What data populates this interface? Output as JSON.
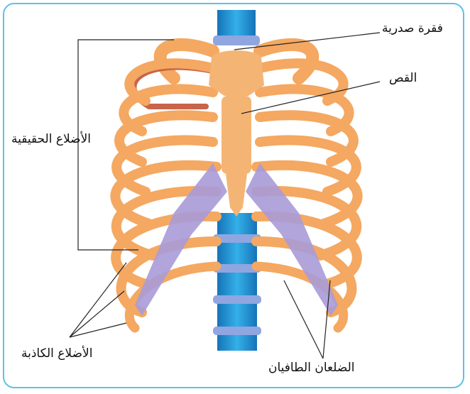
{
  "labels": {
    "thoracic_vertebra": "فقرة صدرية",
    "sternum": "القص",
    "true_ribs": "الأضلاع الحقيقية",
    "false_ribs": "الأضلاع الكاذبة",
    "floating_ribs": "الضلعان الطافيان"
  },
  "colors": {
    "frame": "#5ec2e4",
    "bone": "#f4a861",
    "rib_inner": "#c8644a",
    "cartilage": "#a99bd8",
    "spine_blue": "#1d8fd0",
    "disc": "#8fa6e0"
  }
}
